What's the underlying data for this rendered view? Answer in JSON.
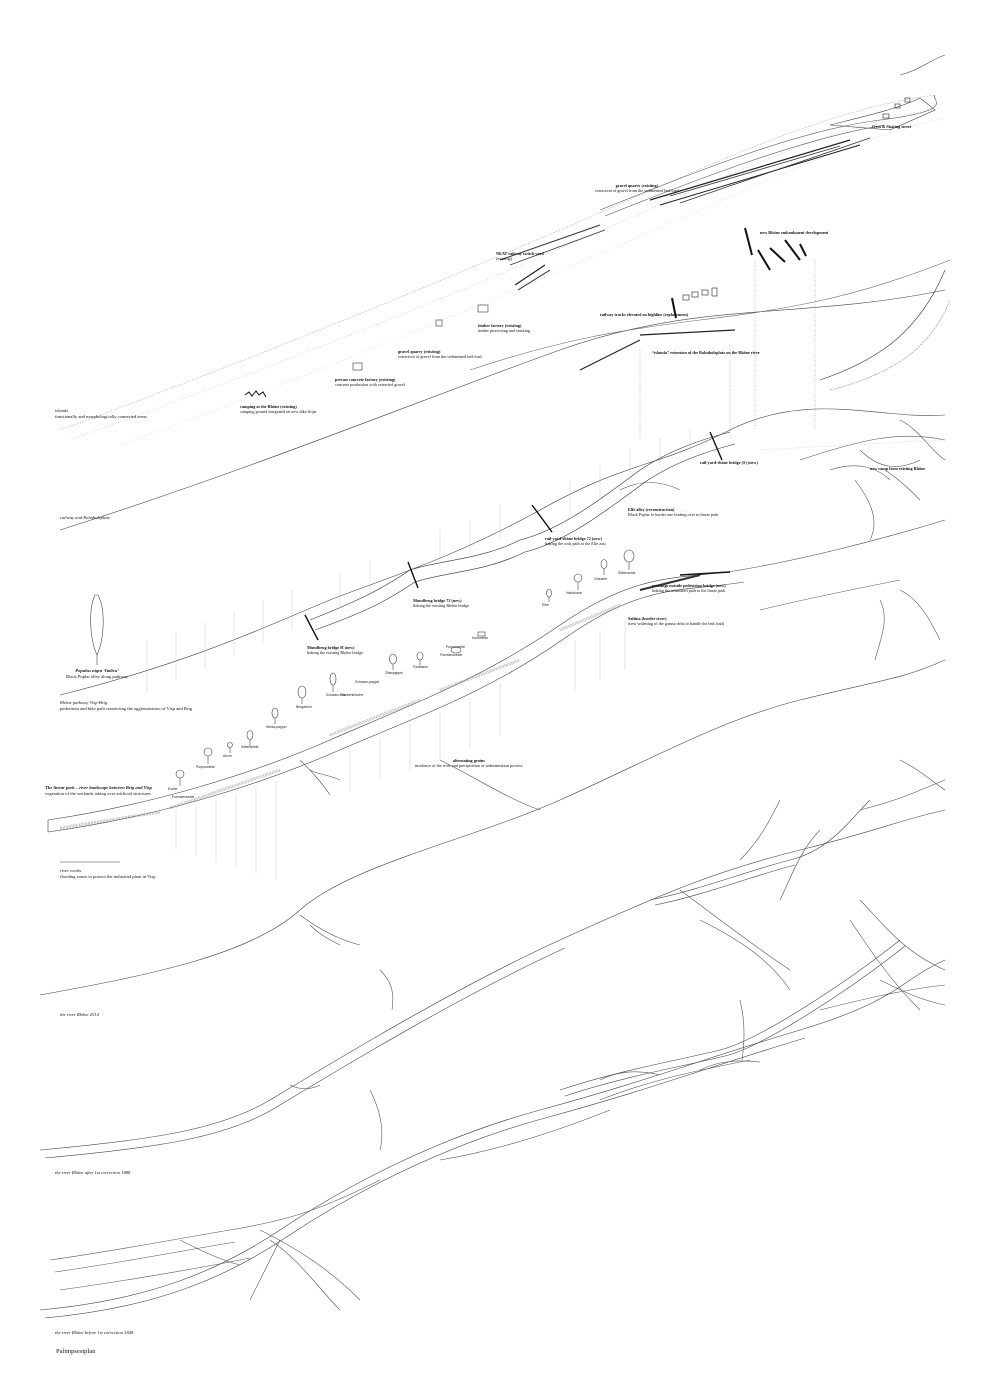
{
  "title": "Palimpsestplan",
  "layers": [
    {
      "key": "islands",
      "title": "islands",
      "sub": "functionally and morphologically connected areas"
    },
    {
      "key": "railway",
      "title": "railway and Rohnholzplatz",
      "sub": ""
    },
    {
      "key": "pathway",
      "title": "Rhône pathway Visp-Brig",
      "sub": "pedestrian and bike path connecting the agglomeration of Visp and Brig"
    },
    {
      "key": "linearpark",
      "title": "The linear park – river landscape between Brig and Visp",
      "sub": "vegetation of the wetlands taking over artificial structures"
    },
    {
      "key": "riverworks",
      "title": "river works",
      "sub": "flooding zones to protect the industrial plant in Visp"
    },
    {
      "key": "rhone2014",
      "title": "the river Rhône 2014",
      "sub": ""
    },
    {
      "key": "rhone1888",
      "title": "the river Rhône after 1st correction 1888",
      "sub": ""
    },
    {
      "key": "rhone1848",
      "title": "the river Rhône before 1st correction 1848",
      "sub": ""
    }
  ],
  "annotations": [
    {
      "key": "gym",
      "title": "Gym & Skating street",
      "sub": ""
    },
    {
      "key": "gravel1",
      "title": "gravel quarry (existing)",
      "sub": "extraction of gravel from the sedimented bed load"
    },
    {
      "key": "neat",
      "title": "NEAT railway switch yard",
      "sub": "(existing)"
    },
    {
      "key": "timber",
      "title": "timber factory (existing)",
      "sub": "timber processing and stacking"
    },
    {
      "key": "gravel2",
      "title": "gravel quarry (existing)",
      "sub": "extraction of gravel from the sedimented bed load"
    },
    {
      "key": "precast",
      "title": "precast concrete factory (existing)",
      "sub": "concrete production with extracted gravel"
    },
    {
      "key": "camping",
      "title": "camping at the Rhône (existing)",
      "sub": "camping ground integrated on new dike slope"
    },
    {
      "key": "development",
      "title": "new Rhône embankment development",
      "sub": ""
    },
    {
      "key": "railtracks",
      "title": "railway tracks elevated on highline (replacement)",
      "sub": ""
    },
    {
      "key": "islanda",
      "title": "“islanda” extension of the Rohnholzplatz on the Rhône river",
      "sub": ""
    },
    {
      "key": "rampcyclist",
      "title": "new ramp from existing Rhône",
      "sub": ""
    },
    {
      "key": "railyard",
      "title": "rail-yard-rhône bridge (S) (new)",
      "sub": ""
    },
    {
      "key": "ebenalley",
      "title": "Elfe alley (reconstruction)",
      "sub": "Black Poplar to border one leading over to linear park"
    },
    {
      "key": "bridge72",
      "title": "rail-yard-rhône bridge 72 (new)",
      "sub": "linking the rock path to the Elfe axis"
    },
    {
      "key": "bridge71",
      "title": "Mundbrug bridge 72 (new)",
      "sub": "linking the existing Rhône bridge"
    },
    {
      "key": "bridgeH",
      "title": "Mundbrug bridge H (new)",
      "sub": "linking the existing Rhône bridge"
    },
    {
      "key": "poplar",
      "title": "Populus nigra ‘Italica’",
      "sub": "Black Poplar alley along pathway"
    },
    {
      "key": "pedestrian",
      "title": "crossings outside pedestrian bridge (new)",
      "sub": "linking the urbanized path to the linear park"
    },
    {
      "key": "saltina",
      "title": "Saltina (border river)",
      "sub": "(new widening of the gamsa delta to handle the bed load)"
    },
    {
      "key": "alternating",
      "title": "alternating groins",
      "sub": "incidence of the river and precipitation of sedimentation process"
    }
  ],
  "species": [
    "Eibe",
    "Hainbuche",
    "Grauerle",
    "Silberweide",
    "Fuerstenweide",
    "Purpurweide",
    "Korbweide",
    "Schwarz-pappel",
    "Faulbaum",
    "Zitterpappel",
    "Bergahorn",
    "Schwarz-erle",
    "Traubenkirsche",
    "Weiss-pappel",
    "Silberweide",
    "Ahorn",
    "Purpurweide",
    "Esche",
    "Fuerstenweide"
  ]
}
